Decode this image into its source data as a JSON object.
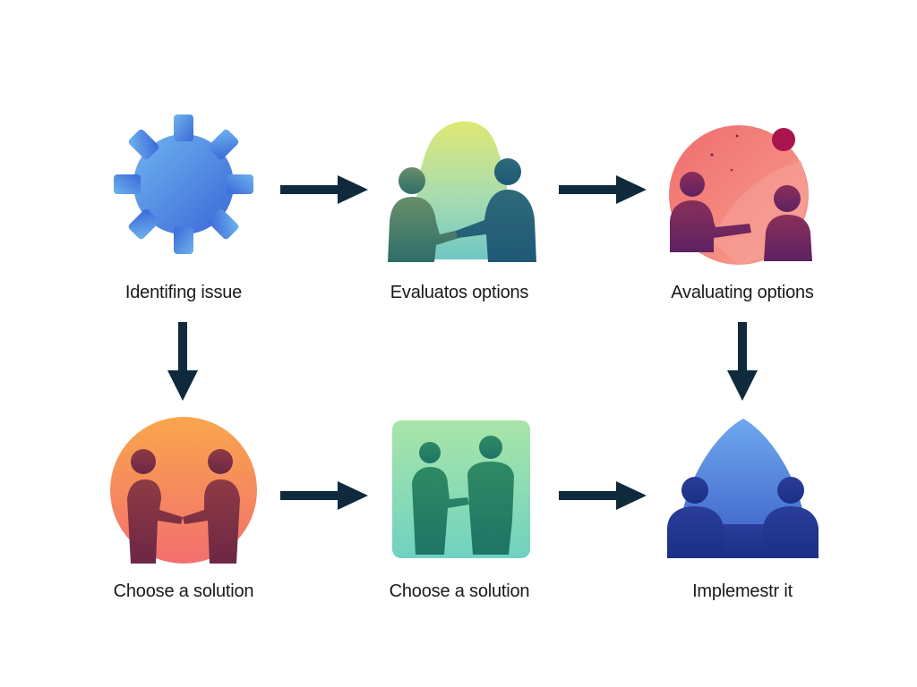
{
  "steps": [
    {
      "label": "Identifing issue",
      "icon": "gear-icon"
    },
    {
      "label": "Evaluatos options",
      "icon": "handshake-people-icon"
    },
    {
      "label": "Avaluating options",
      "icon": "discussion-people-icon"
    },
    {
      "label": "Choose a solution",
      "icon": "handshake-circle-icon"
    },
    {
      "label": "Choose a solution",
      "icon": "two-people-square-icon"
    },
    {
      "label": "Implemestr it",
      "icon": "team-dome-icon"
    }
  ],
  "colors": {
    "arrow": "#0f2a3c",
    "text": "#1a1a1a"
  }
}
